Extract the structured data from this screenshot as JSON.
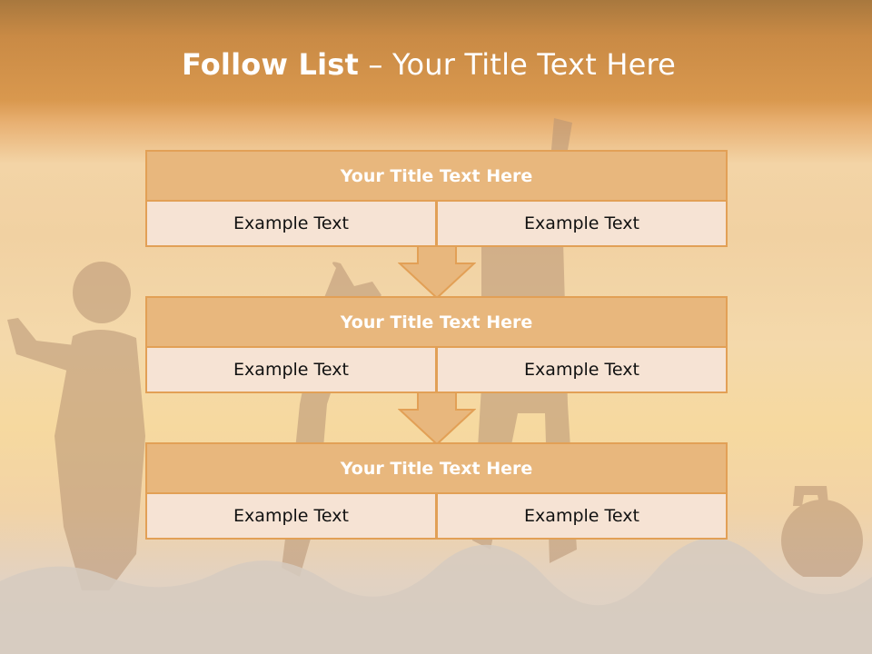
{
  "slide": {
    "title_bold": "Follow List",
    "title_rest": " – Your Title Text Here"
  },
  "blocks": [
    {
      "header": "Your Title Text Here",
      "left": "Example Text",
      "right": "Example Text"
    },
    {
      "header": "Your Title Text Here",
      "left": "Example Text",
      "right": "Example Text"
    },
    {
      "header": "Your Title Text Here",
      "left": "Example Text",
      "right": "Example Text"
    }
  ],
  "colors": {
    "header_fill": "#e8b77d",
    "cell_fill": "#f6e3d4",
    "border": "#e2a056",
    "arrow": "#e8b77d"
  }
}
